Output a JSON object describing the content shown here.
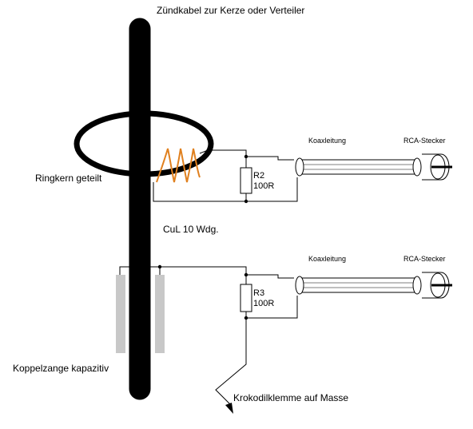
{
  "labels": {
    "ignition_cable": "Zündkabel zur Kerze oder Verteiler",
    "split_ring_core": "Ringkern geteilt",
    "winding": "CuL 10 Wdg.",
    "capacitive_clamp": "Koppelzange kapazitiv",
    "alligator_clip": "Krokodilklemme auf Masse",
    "coax_upper": "Koaxleitung",
    "coax_lower": "Koaxleitung",
    "rca_upper": "RCA-Stecker",
    "rca_lower": "RCA-Stecker",
    "r2_name": "R2",
    "r2_value": "100R",
    "r3_name": "R3",
    "r3_value": "100R"
  },
  "colors": {
    "cable": "#000000",
    "wire": "#000000",
    "coil": "#e0801e",
    "clamp_plate": "#c8c8c8"
  }
}
